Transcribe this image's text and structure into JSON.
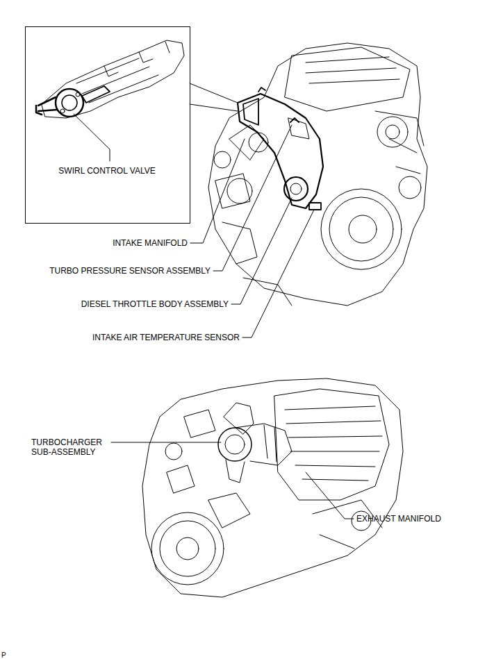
{
  "diagram": {
    "nodes": [
      {
        "text": [
          "SWIRL CONTROL VALVE"
        ]
      }
    ],
    "labels": [
      "INTAKE MANIFOLD",
      "TURBO PRESSURE SENSOR ASSEMBLY",
      "DIESEL THROTTLE BODY ASSEMBLY",
      "INTAKE AIR TEMPERATURE SENSOR",
      "TURBOCHARGER SUB-ASSEMBLY",
      "EXHAUST MANIFOLD",
      "P"
    ]
  }
}
